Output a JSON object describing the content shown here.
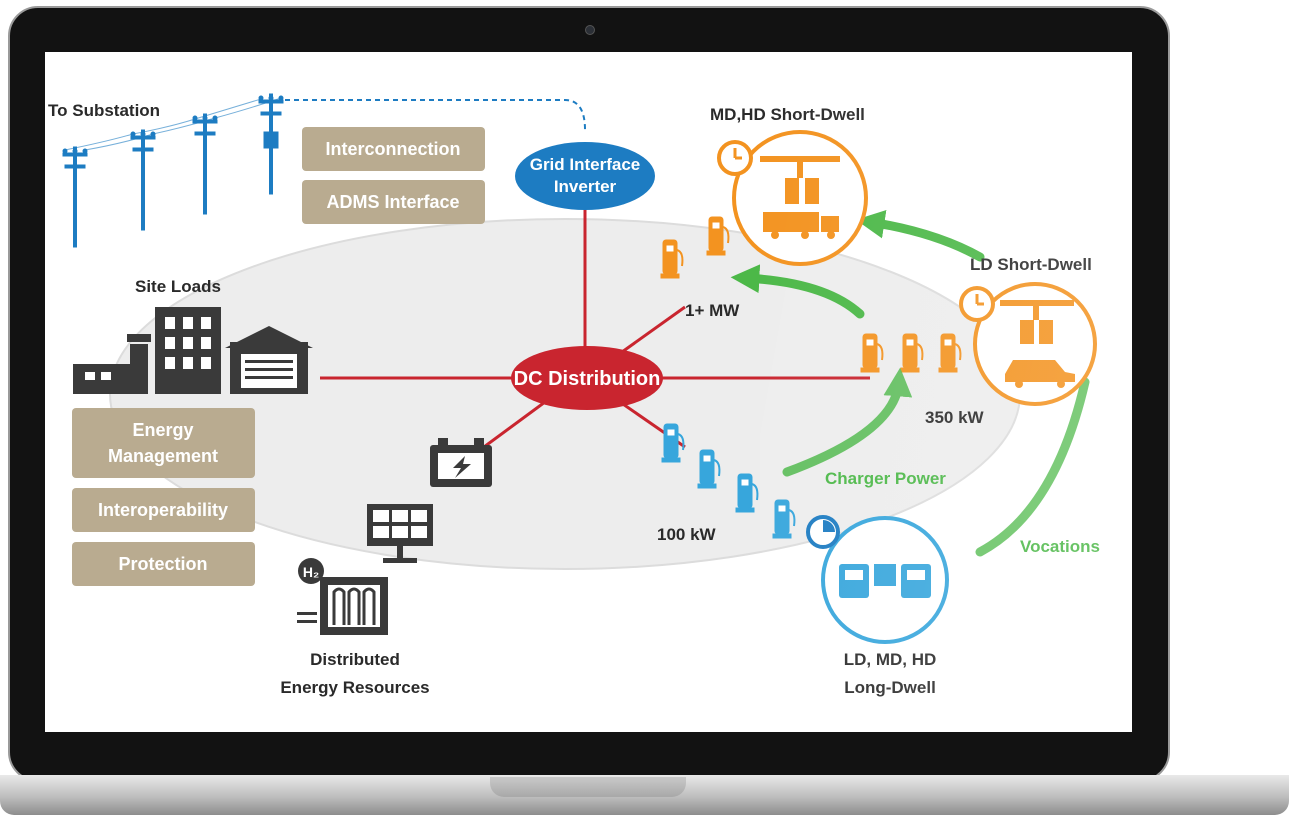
{
  "labels": {
    "to_substation": "To Substation",
    "grid_interface_line1": "Grid Interface",
    "grid_interface_line2": "Inverter",
    "interconnection": "Interconnection",
    "adms_interface": "ADMS Interface",
    "site_loads": "Site Loads",
    "energy_management_line1": "Energy",
    "energy_management_line2": "Management",
    "interoperability": "Interoperability",
    "protection": "Protection",
    "dc_distribution": "DC Distribution",
    "md_hd_short_dwell": "MD,HD Short-Dwell",
    "ld_short_dwell": "LD Short-Dwell",
    "one_mw": "1+ MW",
    "three_fifty_kw": "350 kW",
    "one_hundred_kw": "100 kW",
    "charger_power": "Charger Power",
    "vocations": "Vocations",
    "ld_md_hd_line1": "LD, MD, HD",
    "ld_md_hd_line2": "Long-Dwell",
    "der_line1": "Distributed",
    "der_line2": "Energy Resources",
    "h2": "H₂"
  },
  "colors": {
    "blue": "#1d7cc2",
    "orange": "#f39320",
    "light_blue": "#37a6dc",
    "red": "#c9252f",
    "green": "#4cb848",
    "tan": "#b9ab90",
    "dark": "#3a3a3a"
  }
}
